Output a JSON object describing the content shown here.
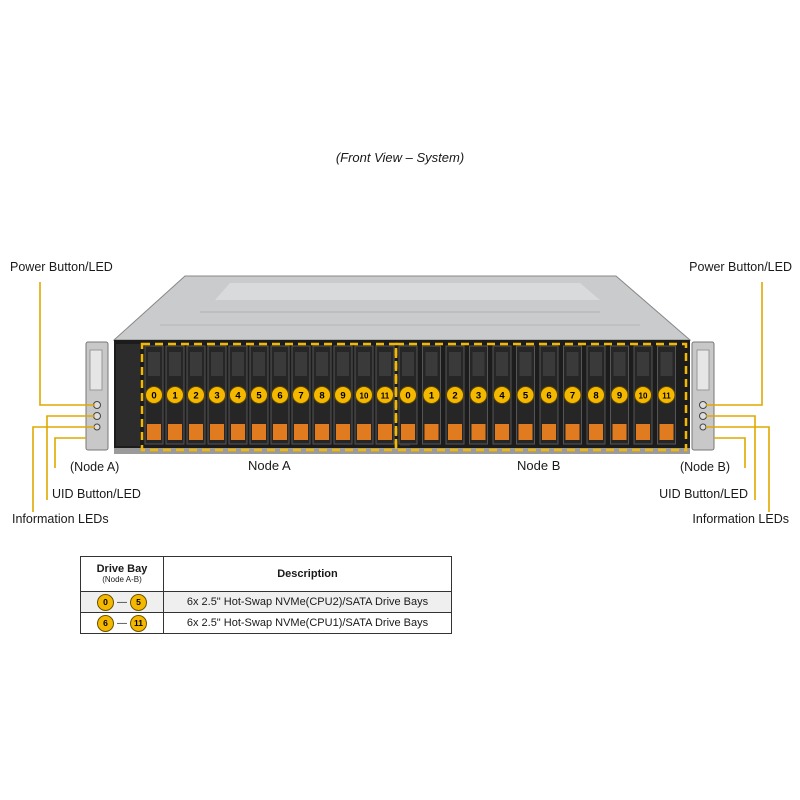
{
  "caption": "(Front View – System)",
  "labels": {
    "left": {
      "power": "Power Button/LED",
      "node": "(Node A)",
      "uid": "UID Button/LED",
      "info": "Information LEDs"
    },
    "right": {
      "power": "Power Button/LED",
      "node": "(Node B)",
      "uid": "UID Button/LED",
      "info": "Information LEDs"
    }
  },
  "nodes": {
    "a": "Node A",
    "b": "Node B"
  },
  "node_a_bays": [
    "0",
    "1",
    "2",
    "3",
    "4",
    "5",
    "6",
    "7",
    "8",
    "9",
    "10",
    "11"
  ],
  "node_b_bays": [
    "0",
    "1",
    "2",
    "3",
    "4",
    "5",
    "6",
    "7",
    "8",
    "9",
    "10",
    "11"
  ],
  "colors": {
    "accent": "#f5b800",
    "tray_orange": "#e07b1f",
    "callout_line": "#e0a800"
  },
  "table": {
    "header_bay": "Drive Bay",
    "header_bay_sub": "(Node A-B)",
    "header_desc": "Description",
    "rows": [
      {
        "from": "0",
        "to": "5",
        "desc": "6x 2.5\" Hot-Swap NVMe(CPU2)/SATA Drive Bays"
      },
      {
        "from": "6",
        "to": "11",
        "desc": "6x 2.5\" Hot-Swap NVMe(CPU1)/SATA Drive Bays"
      }
    ]
  }
}
